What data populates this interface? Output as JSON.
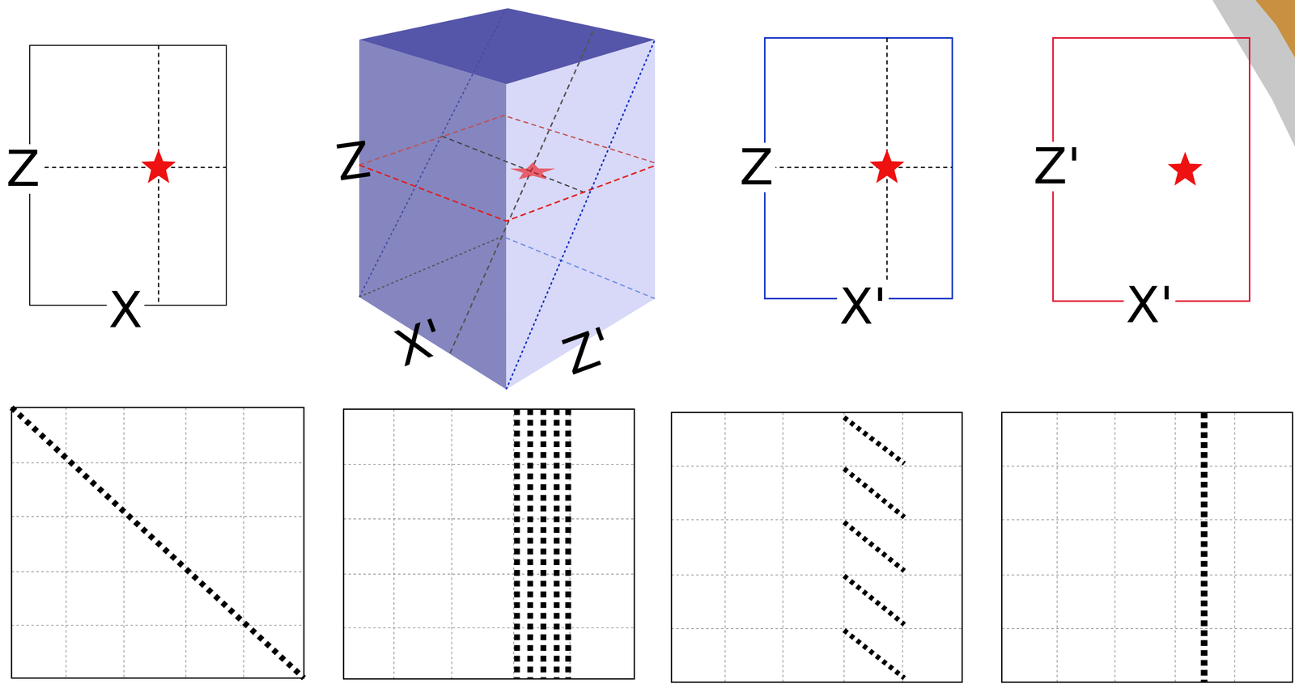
{
  "diagram": {
    "labels": [
      "Z",
      "X",
      "Z",
      "X'",
      "Z'",
      "Z",
      "X'",
      "Z'",
      "X'"
    ]
  }
}
